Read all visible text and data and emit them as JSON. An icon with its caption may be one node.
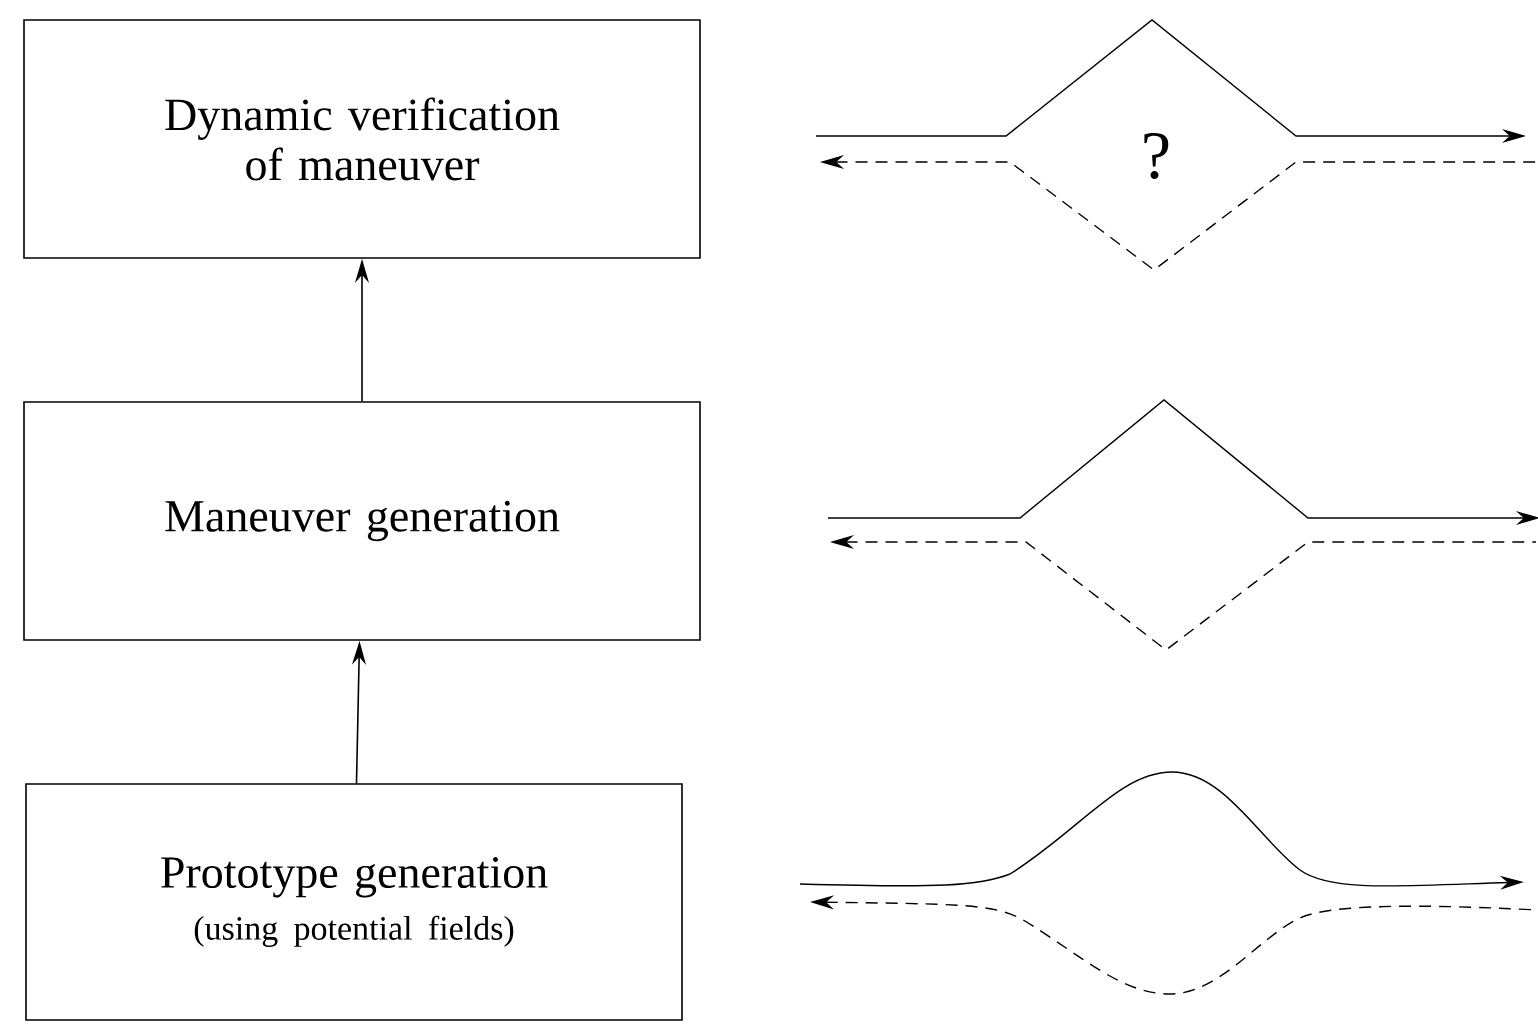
{
  "diagram": {
    "nodes": [
      {
        "text": [
          "Dynamic verification of maneuver"
        ]
      },
      {
        "text": [
          "Maneuver generation"
        ]
      },
      {
        "text": [
          "Prototype generation",
          "(using potential fields)"
        ]
      }
    ],
    "edges": [
      {
        "from": 1,
        "to": 0,
        "arrow": "to"
      },
      {
        "from": 2,
        "to": 1,
        "arrow": "to"
      }
    ],
    "labels": [
      "?"
    ]
  }
}
